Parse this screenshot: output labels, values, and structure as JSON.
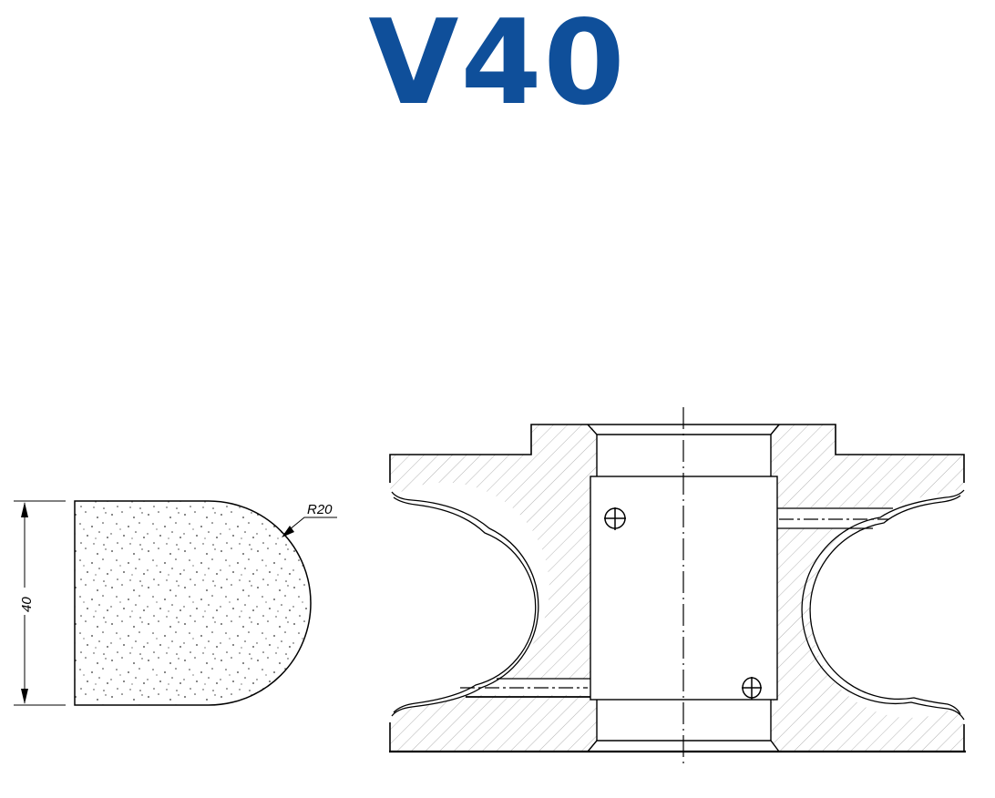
{
  "title": {
    "text": "V40",
    "color": "#0f4f9a"
  },
  "profile_view": {
    "height_dimension": "40",
    "radius_dimension": "R20"
  },
  "section_view": {
    "hatch_color": "#b4b4b4",
    "line_color": "#000000"
  }
}
